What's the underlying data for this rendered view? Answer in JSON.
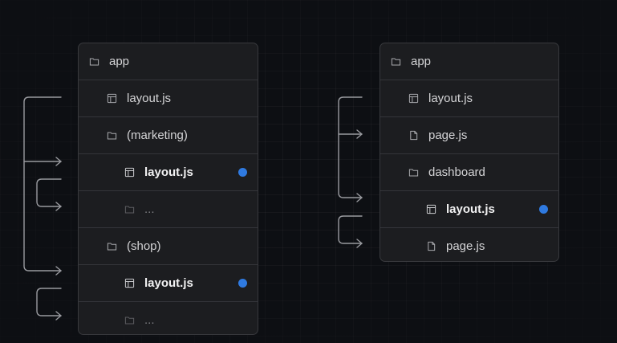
{
  "left_tree": {
    "rows": [
      {
        "label": "app",
        "icon": "folder-icon"
      },
      {
        "label": "layout.js",
        "icon": "layout-file-icon"
      },
      {
        "label": "(marketing)",
        "icon": "folder-icon"
      },
      {
        "label": "layout.js",
        "icon": "layout-file-icon"
      },
      {
        "label": "...",
        "icon": "folder-icon"
      },
      {
        "label": "(shop)",
        "icon": "folder-icon"
      },
      {
        "label": "layout.js",
        "icon": "layout-file-icon"
      },
      {
        "label": "...",
        "icon": "folder-icon"
      }
    ]
  },
  "right_tree": {
    "rows": [
      {
        "label": "app",
        "icon": "folder-icon"
      },
      {
        "label": "layout.js",
        "icon": "layout-file-icon"
      },
      {
        "label": "page.js",
        "icon": "page-file-icon"
      },
      {
        "label": "dashboard",
        "icon": "folder-icon"
      },
      {
        "label": "layout.js",
        "icon": "layout-file-icon"
      },
      {
        "label": "page.js",
        "icon": "page-file-icon"
      }
    ]
  },
  "colors": {
    "background": "#0d0f13",
    "panel": "#1c1d20",
    "active_dot": "#2f7ae0",
    "connector": "#9a9ba0"
  }
}
